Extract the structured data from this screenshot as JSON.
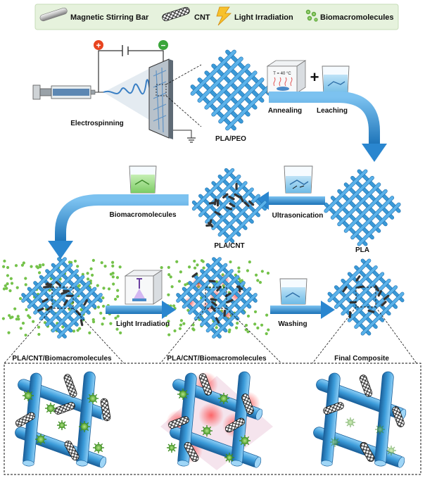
{
  "legend": {
    "stirring_bar": "Magnetic Stirring Bar",
    "cnt": "CNT",
    "light": "Light Irradiation",
    "biomacromolecules": "Biomacromolecules"
  },
  "power_source": {
    "positive": "+",
    "negative": "−"
  },
  "box": {
    "temperature": "T = 40 °C"
  },
  "steps": {
    "electrospinning": "Electrospinning",
    "annealing": "Annealing",
    "leaching": "Leaching",
    "plus": "+",
    "ultrasonication": "Ultrasonication",
    "biomacromolecules": "Biomacromolecules",
    "light_irradiation": "Light Irradiation",
    "washing": "Washing"
  },
  "materials": {
    "pla_peo": "PLA/PEO",
    "pla": "PLA",
    "pla_cnt": "PLA/CNT",
    "pla_cnt_bio_1": "PLA/CNT/Biomacromolecules",
    "pla_cnt_bio_2": "PLA/CNT/Biomacromolecules",
    "final": "Final Composite"
  },
  "colors": {
    "fiber": "#3a9ad8",
    "fiber_dark": "#1f6fae",
    "arrow": "#2e8fd6",
    "bio_dot": "#74c24a",
    "legend_bg": "#e6f2dd",
    "glow": "#ff4a4a"
  }
}
